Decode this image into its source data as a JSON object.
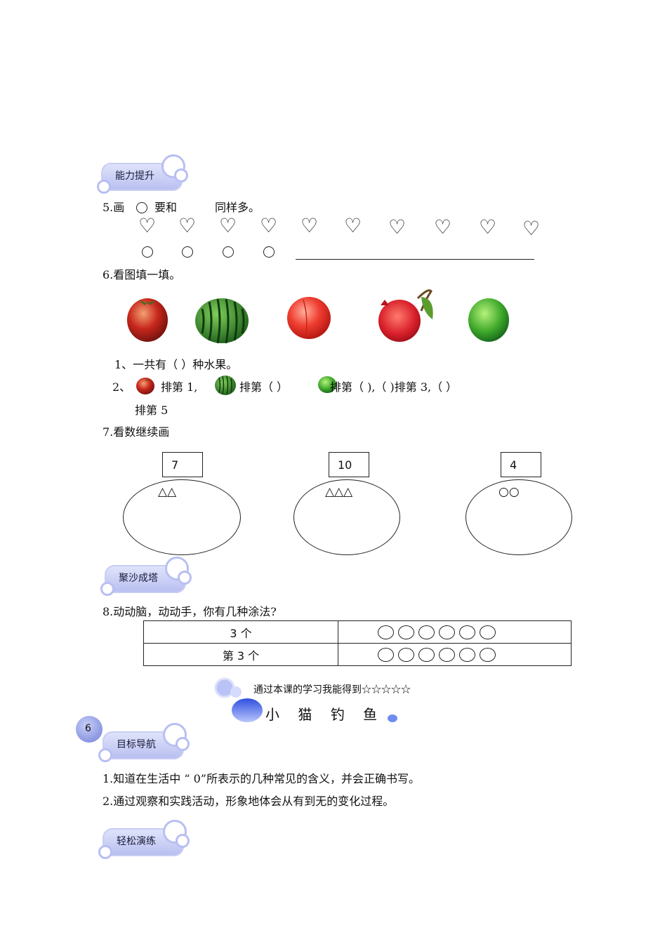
{
  "sections": {
    "ability": "能力提升",
    "gather": "聚沙成塔",
    "goal": "目标导航",
    "practice": "轻松演练"
  },
  "q5": {
    "prefix": "5.画",
    "middle": "要和",
    "suffix": "同样多。",
    "hearts_count": 10,
    "circles_count": 4
  },
  "q6": {
    "title": "6.看图填一填。",
    "fruits": [
      "tomato",
      "watermelon",
      "peach",
      "pomegranate",
      "lime"
    ],
    "sub1": "1、一共有（          ）种水果。",
    "sub2_num": "2、",
    "sub2_a": "排第 1,",
    "sub2_b": "排第（      ）",
    "sub2_c": "排第（      ),（              )排第 3,（              ）",
    "sub2_d": "排第 5"
  },
  "q7": {
    "title": "7.看数继续画",
    "groups": [
      {
        "number": "7",
        "shapes": "△△"
      },
      {
        "number": "10",
        "shapes": "△△△"
      },
      {
        "number": "4",
        "shapes": "○○"
      }
    ]
  },
  "q8": {
    "title": "8.动动脑，动动手，你有几种涂法?",
    "rows": [
      {
        "label": "3 个",
        "circles": 6
      },
      {
        "label": "第 3 个",
        "circles": 6
      }
    ]
  },
  "lesson": {
    "stars_line": "通过本课的学习我能得到☆☆☆☆☆",
    "title": "小 猫 钓 鱼",
    "page_number": "6"
  },
  "goals": [
    "1.知道在生活中 “ 0”所表示的几种常见的含义，并会正确书写。",
    "2.通过观察和实践活动，形象地体会从有到无的变化过程。"
  ],
  "colors": {
    "badge_fill": "#c6cbf3",
    "badge_ring": "#b8bff2",
    "bubble_blue": "#5a79ee"
  }
}
